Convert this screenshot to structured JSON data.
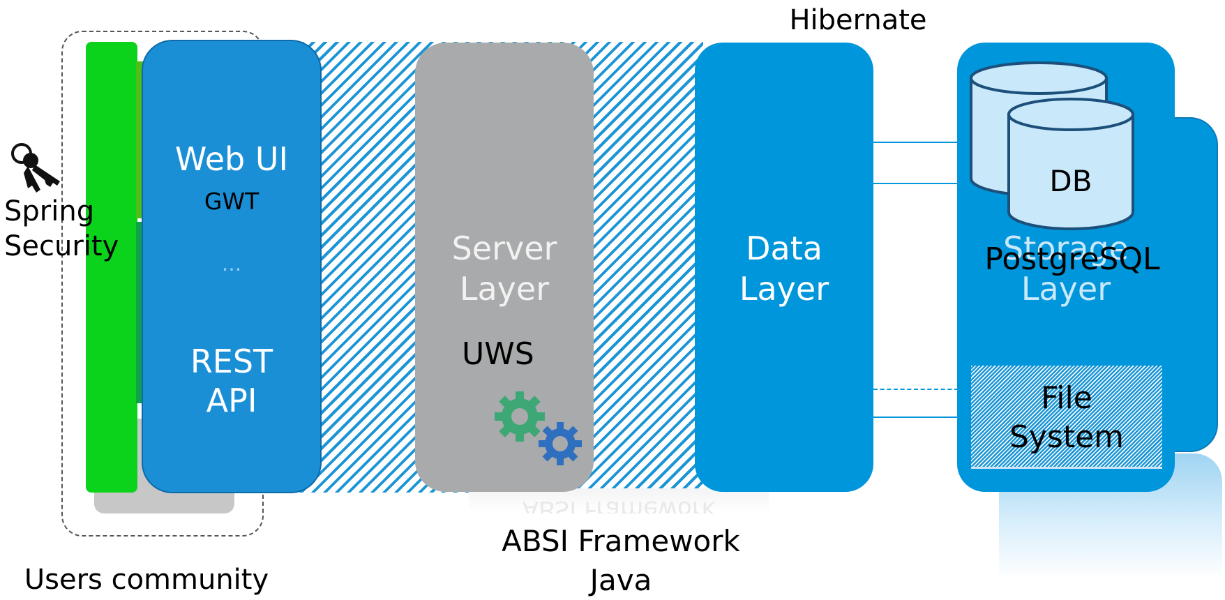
{
  "hibernate": "Hibernate",
  "web_layer": {
    "web_ui": "Web UI",
    "gwt": "GWT",
    "ellipsis": "...",
    "rest": "REST",
    "api": "API"
  },
  "security": {
    "spring": "Spring",
    "security": "Security"
  },
  "users_community": "Users community",
  "server_layer": {
    "server": "Server",
    "layer": "Layer",
    "uws": "UWS"
  },
  "data_layer": {
    "data": "Data",
    "layer": "Layer"
  },
  "storage_layer": {
    "storage": "Storage",
    "layer": "Layer",
    "db": "DB",
    "postgresql": "PostgreSQL",
    "file": "File",
    "system": "System"
  },
  "framework": {
    "name": "ABSI Framework",
    "lang": "Java",
    "mirrored": "ABSI Framework"
  },
  "colors": {
    "blue": "#0096db",
    "grey": "#a9aaab",
    "green": "#0bd31b"
  }
}
